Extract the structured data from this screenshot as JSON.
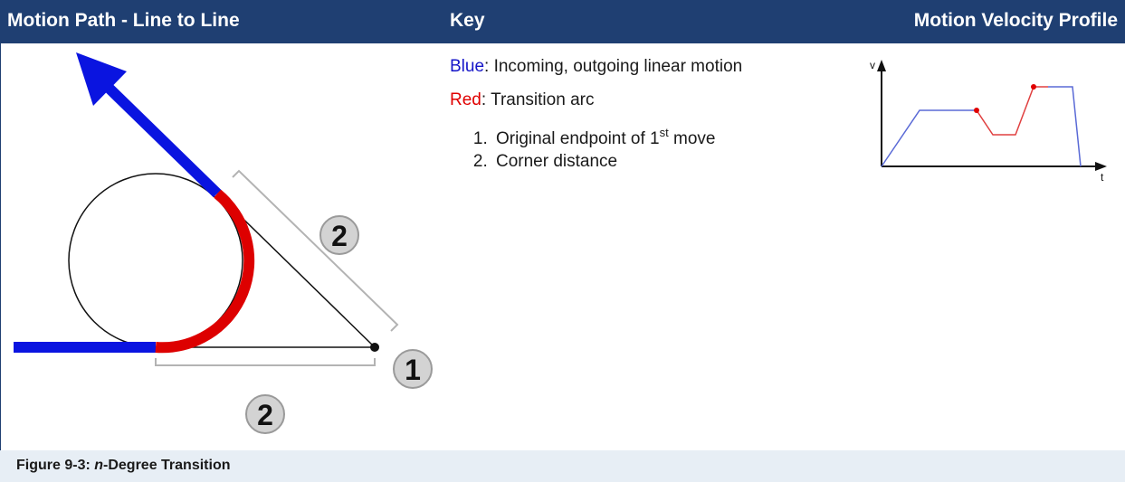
{
  "header": {
    "motion_path": "Motion Path - Line to Line",
    "key": "Key",
    "velocity_profile": "Motion Velocity Profile"
  },
  "diagram": {
    "labels": {
      "endpoint": "1",
      "corner_top": "2",
      "corner_bottom": "2"
    },
    "colors": {
      "linear_motion": "#0a14e0",
      "transition_arc": "#dd0000"
    }
  },
  "key": {
    "blue_word": "Blue",
    "blue_text": ": Incoming, outgoing linear motion",
    "red_word": "Red",
    "red_text": ": Transition arc",
    "items": [
      {
        "num": "1.",
        "text": "Original endpoint of 1",
        "sup": "st",
        "tail": " move"
      },
      {
        "num": "2.",
        "text": "Corner distance"
      }
    ]
  },
  "profile": {
    "y_label": "v",
    "x_label": "t"
  },
  "caption": {
    "prefix": "Figure 9-3: ",
    "italic": "n",
    "suffix": "-Degree Transition"
  }
}
